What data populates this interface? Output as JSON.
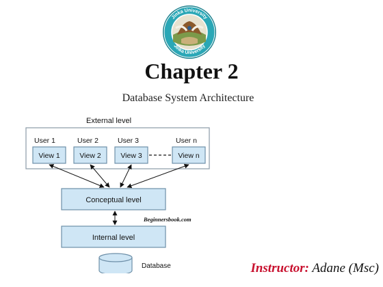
{
  "logo": {
    "ring_top_text": "Jinka University",
    "ring_bottom_text": "Jinka University"
  },
  "slide": {
    "title": "Chapter 2",
    "subtitle": "Database System Architecture"
  },
  "diagram": {
    "external_label": "External level",
    "users": [
      {
        "user": "User 1",
        "view": "View 1"
      },
      {
        "user": "User 2",
        "view": "View 2"
      },
      {
        "user": "User 3",
        "view": "View 3"
      },
      {
        "user": "User n",
        "view": "View n"
      }
    ],
    "conceptual_label": "Conceptual level",
    "watermark": "Beginnersbook.com",
    "internal_label": "Internal level",
    "database_label": "Database",
    "colors": {
      "box_fill": "#cfe6f5",
      "box_border": "#6d8fa8",
      "outer_border": "#8a9aa6"
    }
  },
  "instructor": {
    "label": "Instructor:",
    "name": "Adane (Msc)"
  }
}
